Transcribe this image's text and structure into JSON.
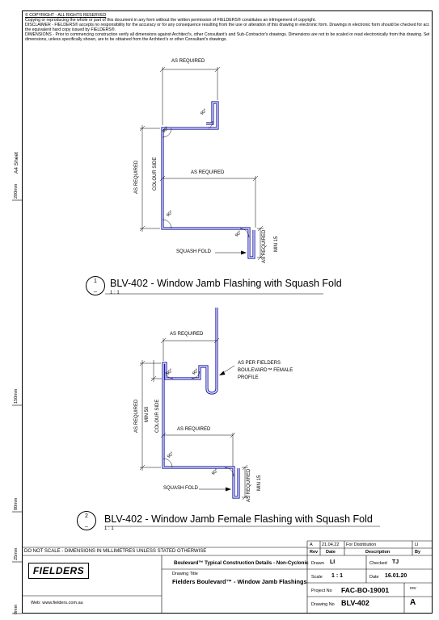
{
  "disclaimer": {
    "copyright": "© COPYRIGHT - ALL RIGHTS RESERVED",
    "line1": "Copying or reproducing the whole or part of this document in any form without the written permission of FIELDERS® constitutes an infringement of copyright.",
    "line2": "DISCLAIMER - FIELDERS® accepts no responsibility for the accuracy or for any consequence resulting from the use or alteration of this drawing in electronic form.  Drawings in electronic form should be checked for accuracy against",
    "line3": "the equivalent hard copy issued by FIELDERS®.",
    "line4": "DIMENSIONS - Prior to commencing construction verify all dimensions against Architect's, other Consultant's and Sub-Contractor's drawings. Dimensions are not to be scaled or read electronically from this drawing. Setout",
    "line5": "dimensions, unless specifically shown, are to be obtained from the Architect's or other Consultant's drawings."
  },
  "margin": {
    "sheet": "A4 Sheet",
    "mm200": "200mm",
    "mm150": "150mm",
    "mm80": "80mm",
    "mm25": "25mm",
    "mm0": "0mm"
  },
  "detail1": {
    "number": "1",
    "ref": "_",
    "title": "BLV-402 - Window Jamb Flashing with Squash Fold",
    "scale": "1 : 1",
    "as_required_top": "AS REQUIRED",
    "as_required_mid": "AS REQUIRED",
    "as_required_left": "AS REQUIRED",
    "colour_side": "COLOUR SIDE",
    "as_required_right": "AS REQUIRED",
    "min15": "MIN 15",
    "squash_fold": "SQUASH FOLD",
    "angle": "90°"
  },
  "detail2": {
    "number": "2",
    "ref": "_",
    "title": "BLV-402 - Window Jamb Female Flashing with Squash Fold",
    "scale": "1 : 1",
    "as_required_top": "AS REQUIRED",
    "as_required_mid": "AS REQUIRED",
    "as_required_left": "AS REQUIRED",
    "min50": "MIN 50",
    "colour_side": "COLOUR SIDE",
    "as_required_right": "AS REQUIRED",
    "min15": "MIN 15",
    "squash_fold": "SQUASH FOLD",
    "note1": "AS PER FIELDERS",
    "note2": "BOULEVARD™ FEMALE",
    "note3": "PROFILE",
    "angle": "90°"
  },
  "title_block": {
    "not_to_scale": "DO NOT SCALE - DIMENSIONS IN MILLIMETRES UNLESS STATED OTHERWISE",
    "logo": "FIELDERS",
    "web": "Web: www.fielders.com.au",
    "series": "Boulevard™ Typical Construction Details - Non-Cyclonic",
    "drawing_title_label": "Drawing Title",
    "drawing_title": "Fielders Boulevard™ - Window Jamb Flashings",
    "rev_row": {
      "rev": "A",
      "date": "21.04.22",
      "desc": "For Distribution",
      "by": "LI"
    },
    "rev_header": {
      "rev": "Rev",
      "date": "Date",
      "desc": "Description",
      "by": "By"
    },
    "drawn_label": "Drawn",
    "drawn": "LI",
    "checked_label": "Checked",
    "checked": "TJ",
    "scale_label": "Scale",
    "scale": "1 : 1",
    "date_label": "Date",
    "date": "16.01.20",
    "project_label": "Project No",
    "project": "FAC-BO-19001",
    "rev_label": "rev",
    "drawing_no_label": "Drawing No",
    "drawing_no": "BLV-402",
    "rev_value": "A"
  },
  "colors": {
    "flashing": "#1a1aa8",
    "line": "#000000"
  }
}
